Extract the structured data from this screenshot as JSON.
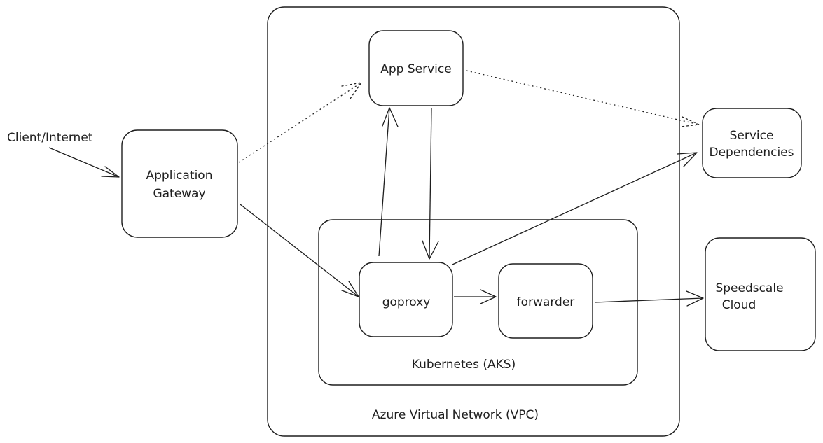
{
  "nodes": {
    "client": "Client/Internet",
    "app_gateway": [
      "Application",
      "Gateway"
    ],
    "app_service": "App Service",
    "service_dependencies": [
      "Service",
      "Dependencies"
    ],
    "speedscale_cloud": [
      "Speedscale",
      "Cloud"
    ],
    "goproxy": "goproxy",
    "forwarder": "forwarder"
  },
  "groups": {
    "vpc": "Azure Virtual Network (VPC)",
    "kubernetes": "Kubernetes (AKS)"
  },
  "colors": {
    "stroke": "#1e1e1e",
    "background": "#ffffff"
  }
}
